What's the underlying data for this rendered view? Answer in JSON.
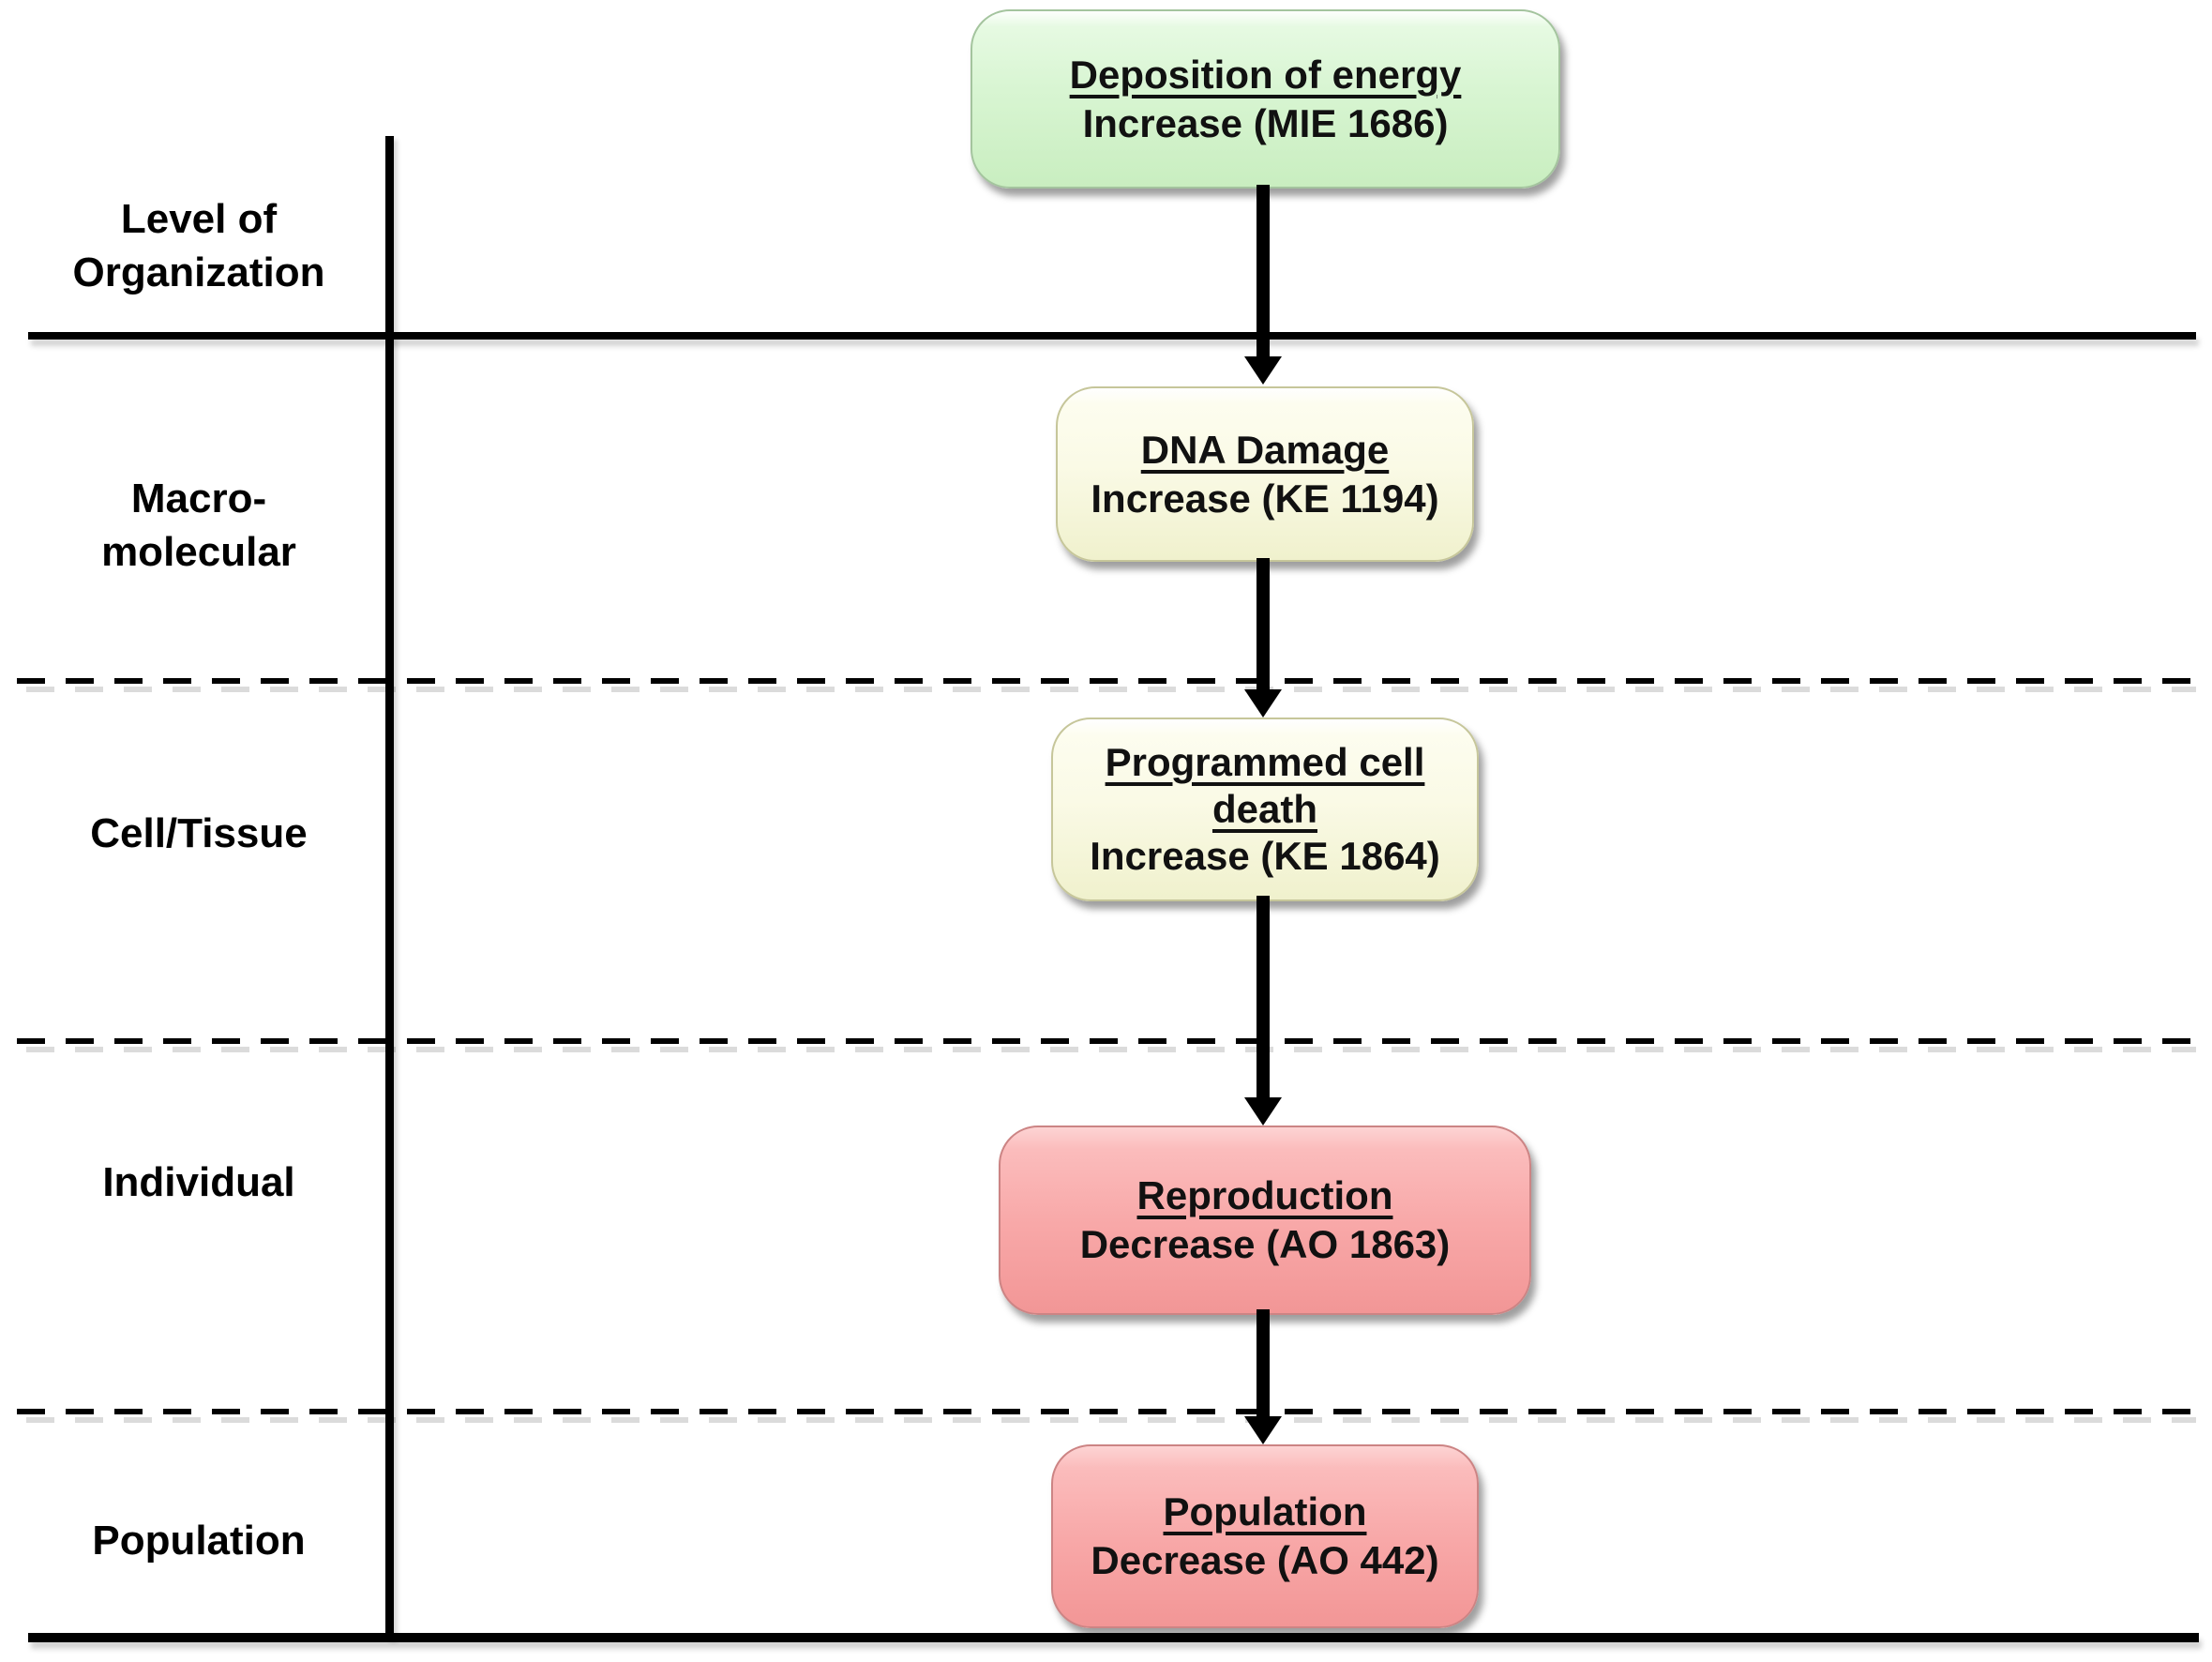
{
  "axis": {
    "header": "Level of\nOrganization",
    "levels": [
      {
        "label": "Macro-\nmolecular"
      },
      {
        "label": "Cell/Tissue"
      },
      {
        "label": "Individual"
      },
      {
        "label": "Population"
      }
    ]
  },
  "nodes": [
    {
      "title": "Deposition of energy",
      "subtitle": "Increase (MIE 1686)",
      "kind": "molecular-initiating-event",
      "fill": "#d8f5d2"
    },
    {
      "title": "DNA Damage",
      "subtitle": "Increase (KE 1194)",
      "kind": "key-event",
      "fill": "#fafae6"
    },
    {
      "title": "Programmed cell death",
      "subtitle": "Increase (KE 1864)",
      "kind": "key-event",
      "fill": "#fafae6"
    },
    {
      "title": "Reproduction",
      "subtitle": "Decrease (AO 1863)",
      "kind": "adverse-outcome",
      "fill": "#f8a8a8"
    },
    {
      "title": "Population",
      "subtitle": "Decrease (AO 442)",
      "kind": "adverse-outcome",
      "fill": "#f8a8a8"
    }
  ],
  "edges": [
    {
      "from": "Deposition of energy",
      "to": "DNA Damage"
    },
    {
      "from": "DNA Damage",
      "to": "Programmed cell death"
    },
    {
      "from": "Programmed cell death",
      "to": "Reproduction"
    },
    {
      "from": "Reproduction",
      "to": "Population"
    }
  ],
  "colors": {
    "line": "#000000",
    "text": "#000000",
    "mie_fill": "#d8f5d2",
    "ke_fill": "#fafae6",
    "ao_fill": "#f8a8a8"
  }
}
